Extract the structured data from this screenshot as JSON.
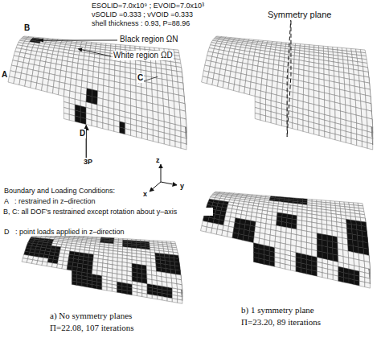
{
  "diagram": {
    "labels": [
      "ESOLID=7.0x10⁹ ; EVOID=7.0x10³",
      "νSOLID =0.333 ; νVOID =0.333",
      "shell thickness : 0.93, P=88.96",
      "B",
      "A",
      "Black region ΩN",
      "White region ΩD",
      "C",
      "D",
      "3P",
      "Symmetry plane",
      "z",
      "y",
      "x",
      "Boundary and Loading Conditions:",
      "A   : restrained in z–direction",
      "B, C: all DOF's restrained except rotation about y–axis",
      "D   : point loads applied in z–direction",
      "a) No symmetry planes",
      "Π=22.08, 107 iterations",
      "b) 1 symmetry plane",
      "Π=23.20, 89 iterations"
    ]
  }
}
